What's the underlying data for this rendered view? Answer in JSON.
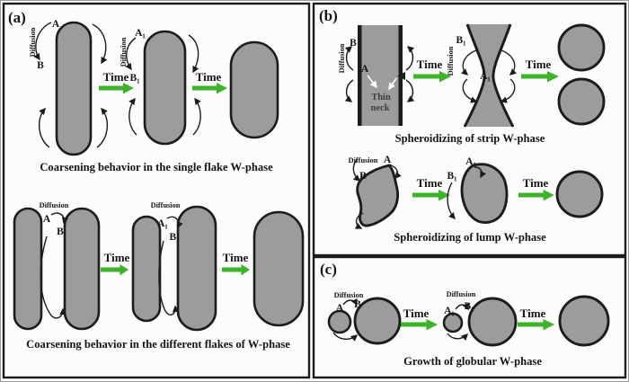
{
  "panels": {
    "a": {
      "label": "(a)",
      "caption_top": "Coarsening behavior in the single flake W-phase",
      "caption_bottom": "Coarsening behavior in the different flakes of W-phase"
    },
    "b": {
      "label": "(b)",
      "caption_strip": "Spheroidizing of strip W-phase",
      "caption_lump": "Spheroidizing of lump W-phase"
    },
    "c": {
      "label": "(c)",
      "caption": "Growth of globular W-phase"
    }
  },
  "terms": {
    "time": "Time",
    "diffusion": "Diffusion",
    "a": "A",
    "b": "B",
    "a1": "A₁",
    "b1": "B₁",
    "thin": "Thin",
    "neck": "neck"
  },
  "colors": {
    "phase_fill": "#9c9c9c",
    "outline": "#1c1c1c",
    "time_arrow": "#3db32a",
    "background": "#fcfcfc"
  }
}
